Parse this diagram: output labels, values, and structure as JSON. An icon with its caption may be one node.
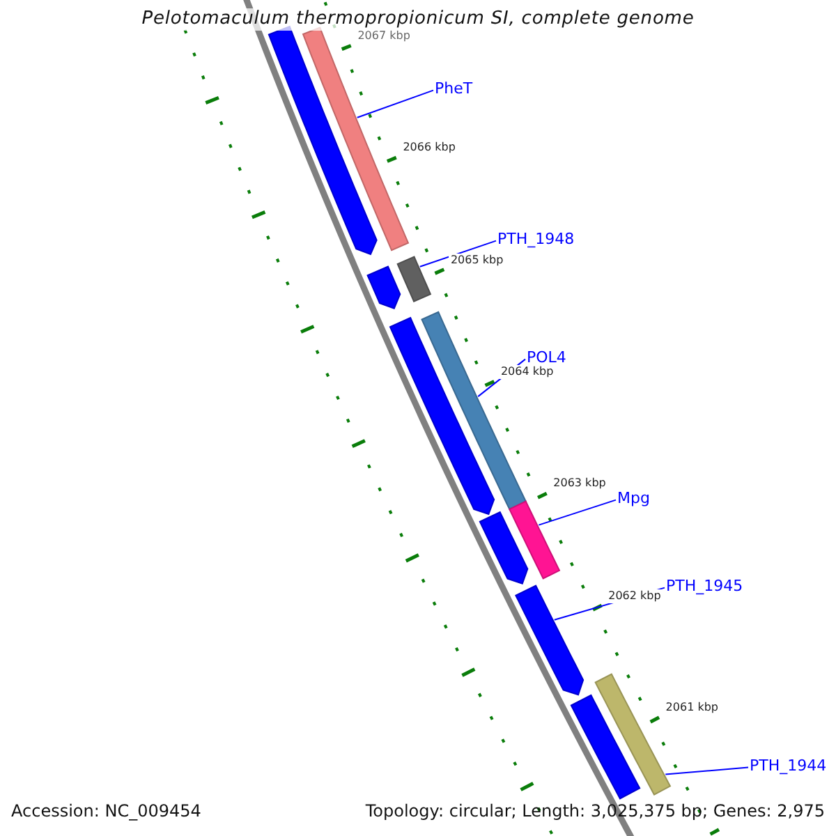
{
  "diagram": {
    "title": "Pelotomaculum thermopropionicum SI, complete genome",
    "nodes": [
      {
        "text": [
          "PheT"
        ]
      },
      {
        "text": [],
        "shape": "bar"
      },
      {
        "text": [],
        "shape": "arrow"
      },
      {
        "text": [
          "PTH_1948"
        ]
      },
      {
        "text": [],
        "shape": "bar"
      },
      {
        "text": [],
        "shape": "arrow"
      },
      {
        "text": [
          "POL4"
        ]
      },
      {
        "text": [],
        "shape": "bar"
      },
      {
        "text": [],
        "shape": "arrow"
      },
      {
        "text": [
          "Mpg"
        ]
      },
      {
        "text": [],
        "shape": "bar"
      },
      {
        "text": [],
        "shape": "arrow"
      },
      {
        "text": [
          "PTH_1945"
        ]
      },
      {
        "text": [],
        "shape": "arrow"
      },
      {
        "text": [],
        "shape": "bar"
      },
      {
        "text": [],
        "shape": "bar"
      },
      {
        "text": [
          "PTH_1944"
        ]
      }
    ],
    "edges": [
      {
        "from": 0,
        "to": 1,
        "arrow": "none"
      },
      {
        "from": 3,
        "to": 4,
        "arrow": "none"
      },
      {
        "from": 6,
        "to": 7,
        "arrow": "none"
      },
      {
        "from": 9,
        "to": 10,
        "arrow": "none"
      },
      {
        "from": 12,
        "to": 13,
        "arrow": "none"
      },
      {
        "from": 16,
        "to": 14,
        "arrow": "none"
      }
    ],
    "labels": [
      "2067 kbp",
      "2066 kbp",
      "2065 kbp",
      "2064 kbp",
      "2063 kbp",
      "2062 kbp",
      "2061 kbp",
      "Accession: NC_009454",
      "Topology: circular; Length: 3,025,375 bp; Genes: 2,975"
    ]
  }
}
